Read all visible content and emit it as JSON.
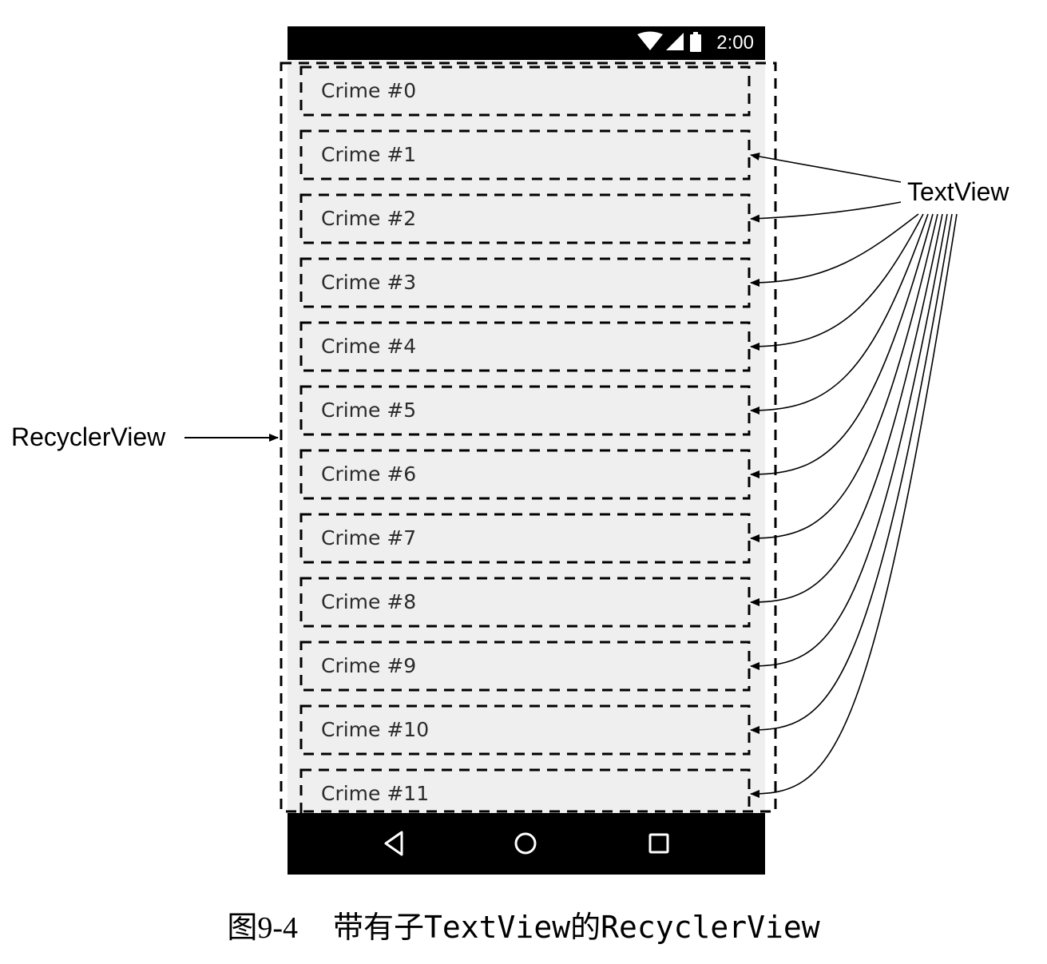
{
  "status_bar": {
    "time": "2:00",
    "icons": [
      "wifi-icon",
      "signal-icon",
      "battery-icon"
    ]
  },
  "rows": [
    {
      "label": "Crime #0"
    },
    {
      "label": "Crime #1"
    },
    {
      "label": "Crime #2"
    },
    {
      "label": "Crime #3"
    },
    {
      "label": "Crime #4"
    },
    {
      "label": "Crime #5"
    },
    {
      "label": "Crime #6"
    },
    {
      "label": "Crime #7"
    },
    {
      "label": "Crime #8"
    },
    {
      "label": "Crime #9"
    },
    {
      "label": "Crime #10"
    },
    {
      "label": "Crime #11"
    }
  ],
  "annotations": {
    "recycler_label": "RecyclerView",
    "textview_label": "TextView"
  },
  "nav_bar": {
    "icons": [
      "back-icon",
      "home-icon",
      "recents-icon"
    ]
  },
  "caption": {
    "figure_number": "图9-4",
    "text": "带有子TextView的RecyclerView"
  },
  "colors": {
    "screen_background": "#efefef",
    "bars": "#000000",
    "lines": "#000000"
  }
}
